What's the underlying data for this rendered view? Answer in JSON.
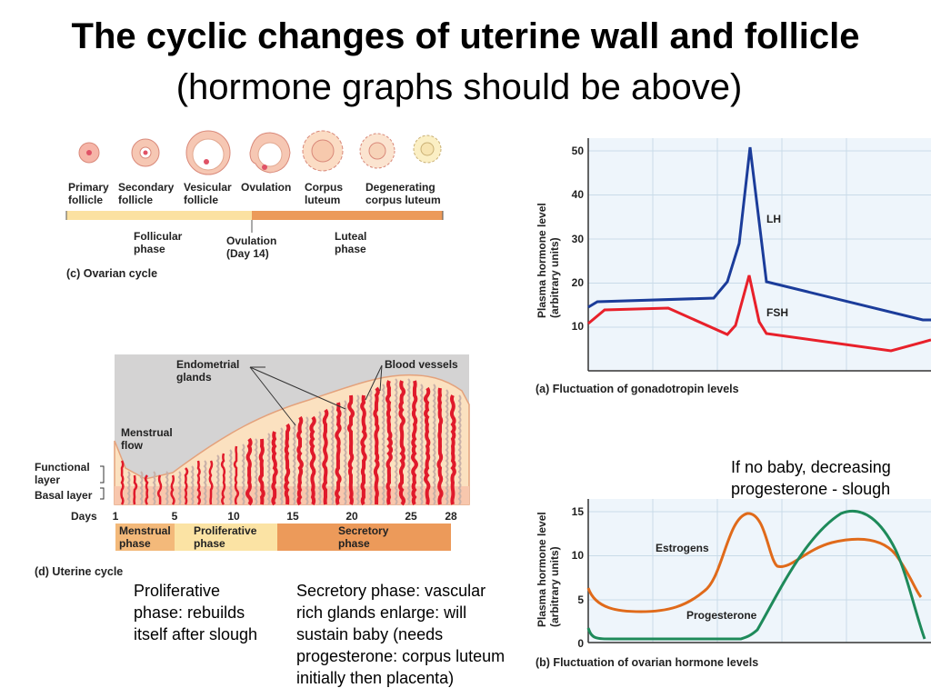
{
  "title": "The cyclic changes of uterine wall and follicle",
  "subtitle": "(hormone graphs should be above)",
  "ovarian": {
    "stage1": [
      "Primary",
      "follicle"
    ],
    "stage2": [
      "Secondary",
      "follicle"
    ],
    "stage3": [
      "Vesicular",
      "follicle"
    ],
    "stage4": [
      "Ovulation"
    ],
    "stage5": [
      "Corpus",
      "luteum"
    ],
    "stage6": [
      "Degenerating",
      "corpus luteum"
    ],
    "follicular": [
      "Follicular",
      "phase"
    ],
    "ovulation": [
      "Ovulation",
      "(Day 14)"
    ],
    "luteal": [
      "Luteal",
      "phase"
    ],
    "caption": "(c) Ovarian cycle",
    "colors": {
      "follicular": "#fbe1a1",
      "luteal": "#ec9a5a",
      "follicle": "#f6b5a8",
      "egg": "#e05266"
    }
  },
  "uterine": {
    "endometrial": [
      "Endometrial",
      "glands"
    ],
    "blood_vessels": "Blood vessels",
    "menstrual_flow": [
      "Menstrual",
      "flow"
    ],
    "functional": [
      "Functional",
      "layer"
    ],
    "basal": "Basal layer",
    "days_label": "Days",
    "days": [
      "1",
      "5",
      "10",
      "15",
      "20",
      "25",
      "28"
    ],
    "phase1": [
      "Menstrual",
      "phase"
    ],
    "phase2": [
      "Proliferative",
      "phase"
    ],
    "phase3": [
      "Secretory",
      "phase"
    ],
    "caption": "(d) Uterine cycle",
    "colors": {
      "tissue": "#fbe1c0",
      "basal": "#f8c7ad",
      "vessel": "#e01a2b",
      "gland": "#c8b0a8",
      "menstrual": "#f3b97a",
      "proliferative": "#fbe3a4",
      "secretory": "#ec9a5a"
    }
  },
  "gonadotropin": {
    "ylabel": [
      "Plasma hormone level",
      "(arbitrary units)"
    ],
    "ticks": [
      "50",
      "40",
      "30",
      "20",
      "10"
    ],
    "lh": "LH",
    "fsh": "FSH",
    "caption": "(a) Fluctuation of gonadotropin levels",
    "colors": {
      "lh": "#1b3c9a",
      "fsh": "#e8202a"
    }
  },
  "ovarian_hormones": {
    "ylabel": [
      "Plasma hormone level",
      "(arbitrary units)"
    ],
    "ticks": [
      "15",
      "10",
      "5",
      "0"
    ],
    "estrogens": "Estrogens",
    "progesterone": "Progesterone",
    "caption": "(b) Fluctuation of ovarian hormone levels",
    "colors": {
      "estrogens": "#e06a1a",
      "progesterone": "#1e8a5a"
    }
  },
  "notes": {
    "no_baby": [
      "If no baby, decreasing",
      "progesterone - slough"
    ],
    "proliferative": [
      "Proliferative",
      "phase: rebuilds",
      "itself after slough"
    ],
    "secretory": [
      "Secretory phase: vascular",
      "rich glands enlarge: will",
      "sustain baby (needs",
      "progesterone: corpus luteum",
      "initially then placenta)"
    ]
  }
}
